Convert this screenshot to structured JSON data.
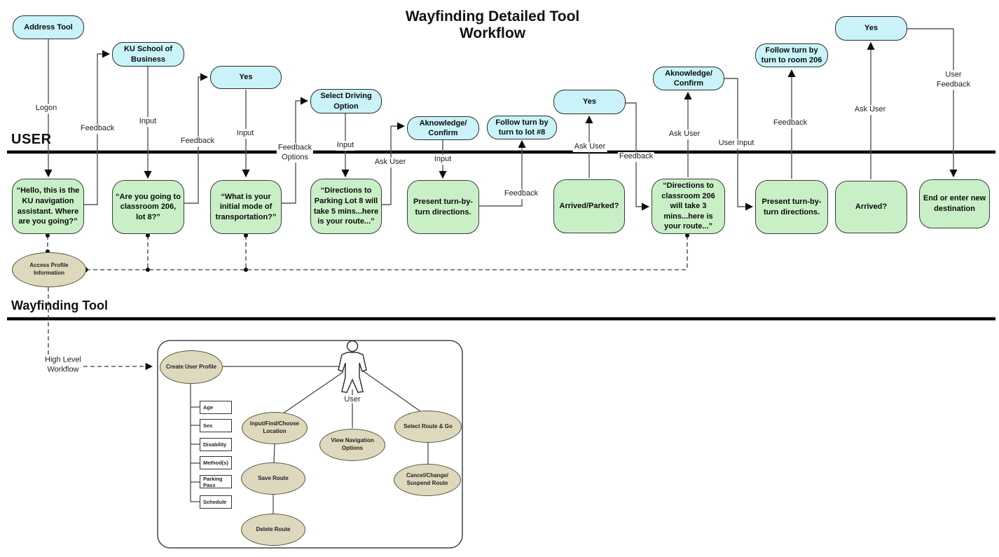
{
  "title": {
    "text": "Wayfinding Detailed Tool\nWorkflow"
  },
  "lanes": {
    "user_label": "USER",
    "tool_label": "Wayfinding Tool"
  },
  "colors": {
    "user_action_fill": "#c9f3f8",
    "system_action_fill": "#c9efc7",
    "usecase_fill": "#ded8bd",
    "lane_line": "#000000"
  },
  "user_actions": [
    {
      "label": "Address Tool"
    },
    {
      "label": "KU School of\nBusiness"
    },
    {
      "label": "Yes"
    },
    {
      "label": "Select Driving\nOption"
    },
    {
      "label": "Aknowledge/\nConfirm"
    },
    {
      "label": "Follow turn by\nturn to lot #8"
    },
    {
      "label": "Yes"
    },
    {
      "label": "Aknowledge/\nConfirm"
    },
    {
      "label": "Follow turn by\nturn to room 206"
    },
    {
      "label": "Yes"
    }
  ],
  "system_actions": [
    {
      "label": "“Hello, this is the\nKU navigation\nassistant. Where\nare you going?”"
    },
    {
      "label": "“Are you going to\nclassroom 206,\nlot 8?”"
    },
    {
      "label": "“What is your\ninitial mode of\ntransportation?”"
    },
    {
      "label": "“Directions to\nParking Lot 8 will\ntake 5 mins...here\nis your route...”"
    },
    {
      "label": "Present turn-by-\nturn directions."
    },
    {
      "label": "Arrived/Parked?"
    },
    {
      "label": "“Directions to\nclassroom 206\nwill take 3\nmins...here is\nyour route...”"
    },
    {
      "label": "Present turn-by-\nturn directions."
    },
    {
      "label": "Arrived?"
    },
    {
      "label": "End or enter new\ndestination"
    }
  ],
  "edge_labels": [
    {
      "text": "Logon"
    },
    {
      "text": "Feedback"
    },
    {
      "text": "Input"
    },
    {
      "text": "Feedback"
    },
    {
      "text": "Input"
    },
    {
      "text": "Feedback\nOptions"
    },
    {
      "text": "Input"
    },
    {
      "text": "Ask User"
    },
    {
      "text": "Input"
    },
    {
      "text": "Feedback"
    },
    {
      "text": "Ask User"
    },
    {
      "text": "Feedback"
    },
    {
      "text": "Ask User"
    },
    {
      "text": "User Input"
    },
    {
      "text": "Feedback"
    },
    {
      "text": "Ask User"
    },
    {
      "text": "User\nFeedback"
    }
  ],
  "profile": {
    "label": "Access Profile\nInformation"
  },
  "high_level": {
    "label": "High Level\nWorkflow"
  },
  "usecase": {
    "actor_label": "User",
    "nodes": [
      {
        "label": "Create User Profile"
      },
      {
        "label": "Input/Find/Choose\nLocation"
      },
      {
        "label": "View Navigation\nOptions"
      },
      {
        "label": "Select Route & Go"
      },
      {
        "label": "Save Route"
      },
      {
        "label": "Cancel/Change/\nSuspend Route"
      },
      {
        "label": "Delete Route"
      }
    ],
    "profile_attributes": [
      {
        "label": "Age"
      },
      {
        "label": "Sex"
      },
      {
        "label": "Disability"
      },
      {
        "label": "Method(s)"
      },
      {
        "label": "Parking Pass"
      },
      {
        "label": "Schedule"
      }
    ]
  }
}
